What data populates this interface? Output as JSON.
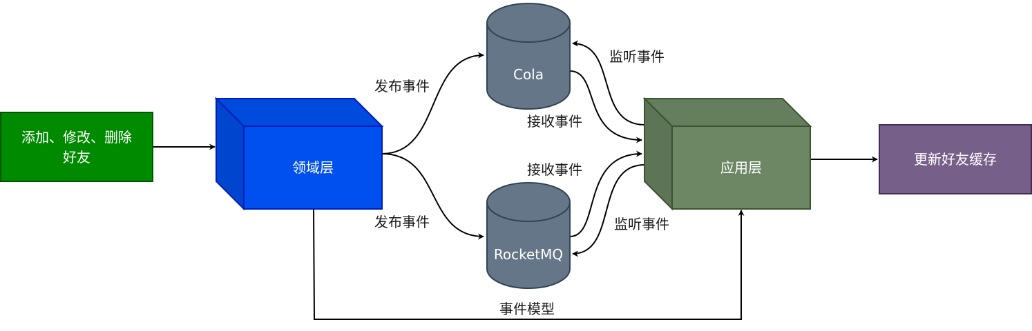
{
  "nodes": {
    "crud": {
      "line1": "添加、修改、删除",
      "line2": "好友",
      "color": "#008a00",
      "border": "#005700"
    },
    "domain": {
      "label": "领域层",
      "color": "#0050ef",
      "border": "#001dbc"
    },
    "cola": {
      "label": "Cola",
      "color": "#647687",
      "border": "#314354"
    },
    "rocketmq": {
      "label": "RocketMQ",
      "color": "#647687",
      "border": "#314354"
    },
    "app": {
      "label": "应用层",
      "color": "#6d8764",
      "border": "#3a5431"
    },
    "cache": {
      "label": "更新好友缓存",
      "color": "#76608a",
      "border": "#432d57"
    }
  },
  "edge_labels": {
    "publish_cola": "发布事件",
    "publish_rocketmq": "发布事件",
    "listen_cola": "监听事件",
    "receive_cola": "接收事件",
    "receive_rocketmq": "接收事件",
    "listen_rocketmq": "监听事件",
    "event_model": "事件模型"
  }
}
